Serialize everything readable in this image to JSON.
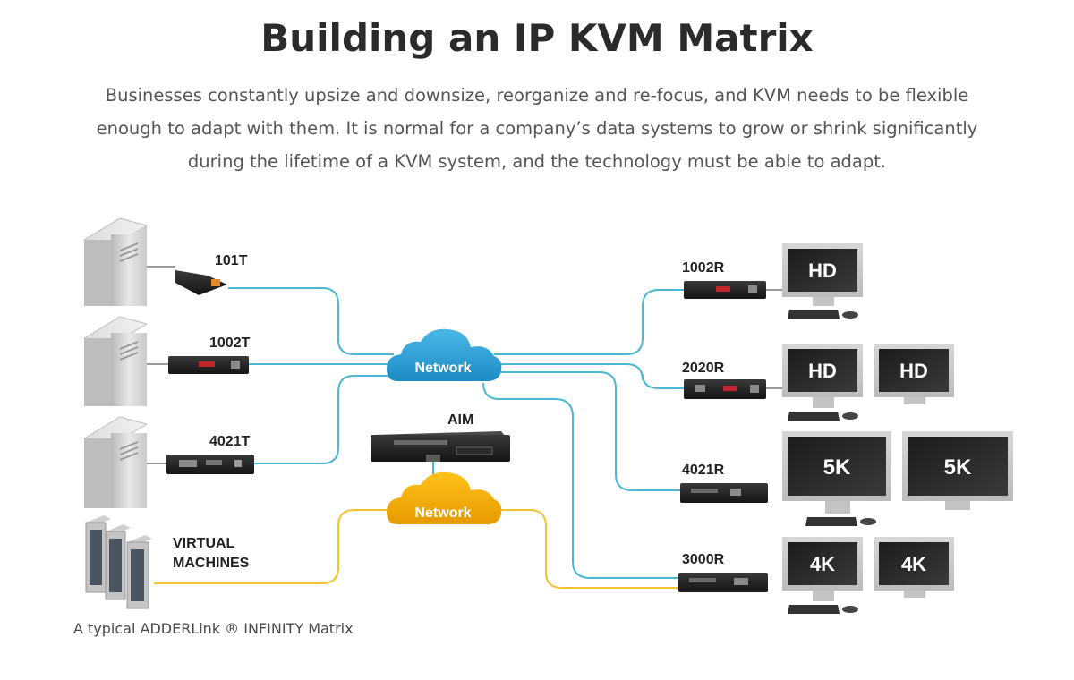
{
  "header": {
    "title": "Building an IP KVM Matrix",
    "intro_lines": [
      "Businesses constantly upsize and downsize, reorganize and re-focus, and KVM needs to be flexible",
      "enough to adapt with them. It is normal for a company’s data systems to grow or shrink significantly",
      "during the lifetime of a KVM system, and the technology must be able to adapt."
    ]
  },
  "diagram": {
    "transmitters": [
      {
        "label": "101T"
      },
      {
        "label": "1002T"
      },
      {
        "label": "4021T"
      }
    ],
    "virtual_machines_label": [
      "VIRTUAL",
      "MACHINES"
    ],
    "network_clouds": [
      {
        "label": "Network",
        "color": "#2b9fd3"
      },
      {
        "label": "Network",
        "color": "#f2a900"
      }
    ],
    "aim_label": "AIM",
    "receivers": [
      {
        "label": "1002R",
        "monitors": [
          "HD"
        ]
      },
      {
        "label": "2020R",
        "monitors": [
          "HD",
          "HD"
        ]
      },
      {
        "label": "4021R",
        "monitors": [
          "5K",
          "5K"
        ]
      },
      {
        "label": "3000R",
        "monitors": [
          "4K",
          "4K"
        ]
      }
    ],
    "link_colors": {
      "blue": "#4bb8d3",
      "yellow": "#f2c230"
    }
  },
  "caption": "A typical ADDERLink ® INFINITY Matrix"
}
